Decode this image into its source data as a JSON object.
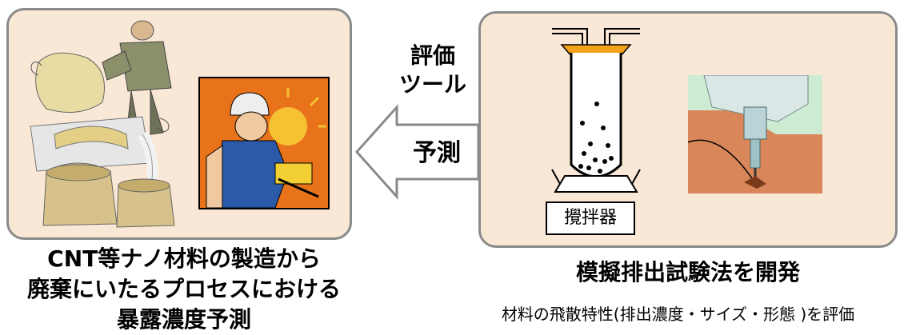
{
  "left_caption": {
    "line1": "CNT等ナノ材料の製造から",
    "line2": "廃棄にいたるプロセスにおける",
    "line3": "暴露濃度予測"
  },
  "arrow": {
    "tool_line1": "評価",
    "tool_line2": "ツール",
    "predict": "予測"
  },
  "stirrer_label": "攪拌器",
  "right_caption": {
    "title": "模擬排出試験法を開発",
    "subtitle": "材料の飛散特性(排出濃度・サイズ・形態 )を評価"
  },
  "colors": {
    "panel_fill": "#fae8d6",
    "panel_border": "#8a8a8a",
    "funnel": "#f5a21b",
    "worker_bg": "#e8731a",
    "worker_suit": "#2a5aa8",
    "drill_bg": "#d9875a",
    "drill_sky": "#cdebd3"
  },
  "icons": [
    "factory-workers-clipart",
    "worker-welding-clipart",
    "stirred-tube-apparatus",
    "drill-clipart",
    "left-arrow-icon"
  ]
}
